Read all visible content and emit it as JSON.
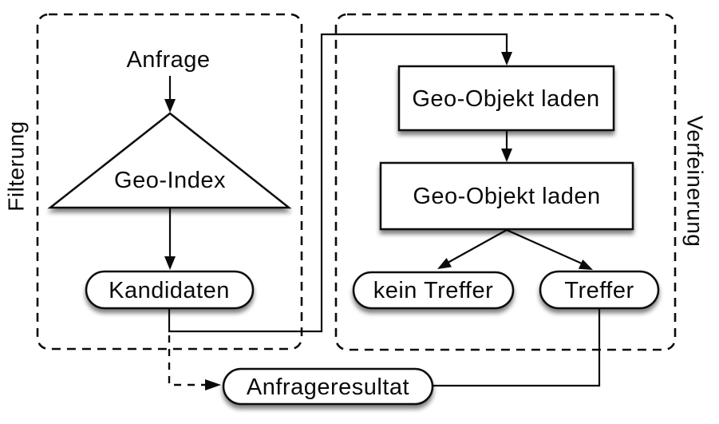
{
  "colors": {
    "stroke": "#0a0a0a",
    "fill": "#ffffff",
    "background": "#ffffff"
  },
  "groups": {
    "filterung": {
      "label": "Filterung"
    },
    "verfeinerung": {
      "label": "Verfeinerung"
    }
  },
  "nodes": {
    "anfrage": {
      "label": "Anfrage",
      "shape": "text"
    },
    "geo_index": {
      "label": "Geo-Index",
      "shape": "triangle"
    },
    "kandidaten": {
      "label": "Kandidaten",
      "shape": "pill"
    },
    "geo_objekt_laden_1": {
      "label": "Geo-Objekt laden",
      "shape": "rect"
    },
    "geo_objekt_laden_2": {
      "label": "Geo-Objekt laden",
      "shape": "rect"
    },
    "kein_treffer": {
      "label": "kein Treffer",
      "shape": "pill"
    },
    "treffer": {
      "label": "Treffer",
      "shape": "pill"
    },
    "anfrageresultat": {
      "label": "Anfrageresultat",
      "shape": "pill"
    }
  },
  "edges": [
    {
      "from": "anfrage",
      "to": "geo_index",
      "style": "solid-arrow"
    },
    {
      "from": "geo_index",
      "to": "kandidaten",
      "style": "solid-arrow"
    },
    {
      "from": "kandidaten",
      "to": "geo_objekt_laden_1",
      "style": "solid-arrow"
    },
    {
      "from": "geo_objekt_laden_1",
      "to": "geo_objekt_laden_2",
      "style": "solid-arrow"
    },
    {
      "from": "geo_objekt_laden_2",
      "to": "kein_treffer",
      "style": "solid-arrow"
    },
    {
      "from": "geo_objekt_laden_2",
      "to": "treffer",
      "style": "solid-arrow"
    },
    {
      "from": "treffer",
      "to": "anfrageresultat",
      "style": "solid-line"
    },
    {
      "from": "kandidaten",
      "to": "anfrageresultat",
      "style": "dashed-arrow"
    }
  ]
}
